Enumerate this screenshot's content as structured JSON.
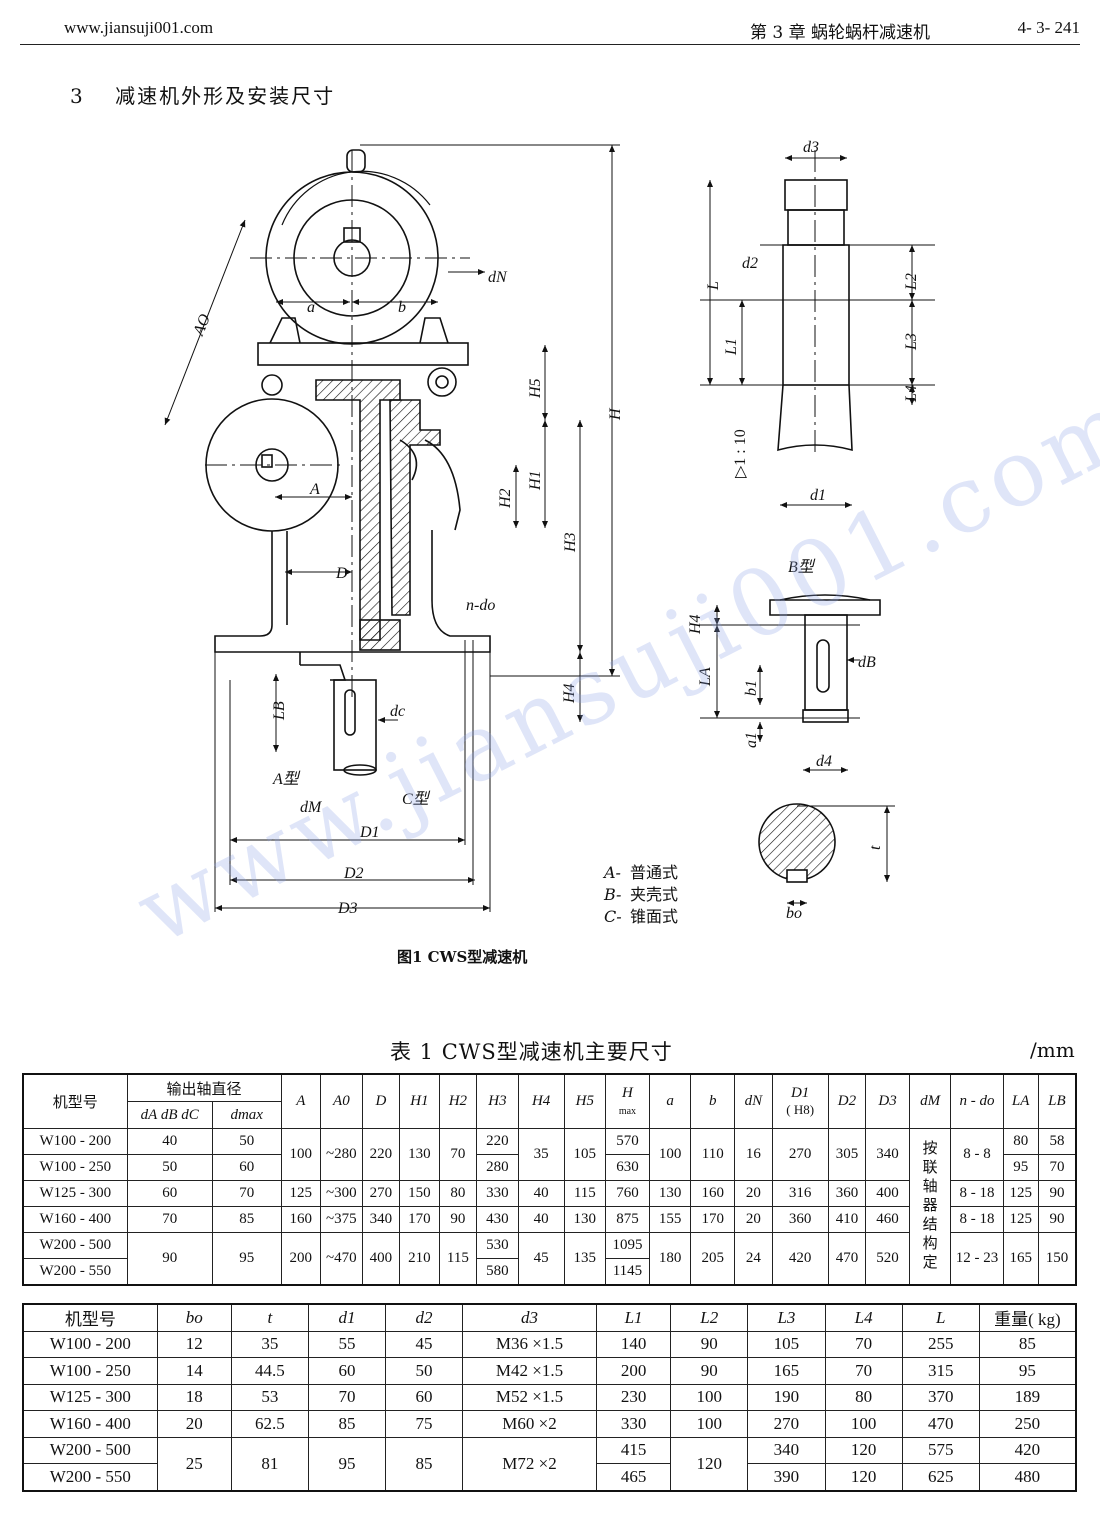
{
  "header": {
    "url": "www.jiansuji001.com",
    "chapter": "第 3 章    蜗轮蜗杆减速机",
    "page": "4- 3- 241"
  },
  "section": {
    "number": "3",
    "title": "减速机外形及安装尺寸"
  },
  "figure": {
    "caption": "图1  CWS型减速机",
    "labels": {
      "AO": "AO",
      "a": "a",
      "b": "b",
      "dN": "dN",
      "A": "A",
      "D": "D",
      "H": "H",
      "H1": "H1",
      "H2": "H2",
      "H3": "H3",
      "H4": "H4",
      "H5": "H5",
      "n_do": "n-do",
      "LB": "LB",
      "dc": "dc",
      "A_type": "A型",
      "C_type": "C型",
      "dM": "dM",
      "D1": "D1",
      "D2": "D2",
      "D3": "D3",
      "d3": "d3",
      "d2": "d2",
      "L": "L",
      "L1": "L1",
      "L2": "L2",
      "L3": "L3",
      "L4": "L4",
      "taper": "▷1 : 10",
      "d1": "d1",
      "B_type": "B型",
      "dB": "dB",
      "LA": "LA",
      "b1": "b1",
      "a1": "a1",
      "d4": "d4",
      "t": "t",
      "bo": "bo"
    },
    "legend": [
      {
        "key": "A-",
        "value": "普通式"
      },
      {
        "key": "B-",
        "value": "夹壳式"
      },
      {
        "key": "C-",
        "value": "锥面式"
      }
    ]
  },
  "watermark": "www.jiansuji001.com",
  "table1": {
    "title": "表 1   CWS型减速机主要尺寸",
    "unit": "/mm",
    "headers": {
      "model": "机型号",
      "output_shaft": "输出轴直径",
      "dA_dB_dC": "dA dB dC",
      "dmax": "dmax",
      "A": "A",
      "A0": "A0",
      "D": "D",
      "H1": "H1",
      "H2": "H2",
      "H3": "H3",
      "H4": "H4",
      "H5": "H5",
      "H": "H",
      "H_sub": "max",
      "a": "a",
      "b": "b",
      "dN": "dN",
      "D1": "D1",
      "D1_sub": "( H8)",
      "D2": "D2",
      "D3": "D3",
      "dM": "dM",
      "n_do": "n - do",
      "LA": "LA",
      "LB": "LB"
    },
    "dM_note": [
      "按",
      "联",
      "轴",
      "器",
      "结",
      "构",
      "定"
    ],
    "rows": [
      {
        "model": "W100 - 200",
        "dA": "40",
        "dmax": "50",
        "A": "100",
        "A0": "~280",
        "D": "220",
        "H1": "130",
        "H2": "70",
        "H3": "220",
        "H4": "35",
        "H5": "105",
        "H": "570",
        "a": "100",
        "b": "110",
        "dN": "16",
        "D1": "270",
        "D2": "305",
        "D3": "340",
        "n_do": "8 - 8",
        "LA": "80",
        "LB": "58"
      },
      {
        "model": "W100 - 250",
        "dA": "50",
        "dmax": "60",
        "H3": "280",
        "H": "630",
        "LA": "95",
        "LB": "70"
      },
      {
        "model": "W125 - 300",
        "dA": "60",
        "dmax": "70",
        "A": "125",
        "A0": "~300",
        "D": "270",
        "H1": "150",
        "H2": "80",
        "H3": "330",
        "H4": "40",
        "H5": "115",
        "H": "760",
        "a": "130",
        "b": "160",
        "dN": "20",
        "D1": "316",
        "D2": "360",
        "D3": "400",
        "n_do": "8 - 18",
        "LA": "125",
        "LB": "90"
      },
      {
        "model": "W160 - 400",
        "dA": "70",
        "dmax": "85",
        "A": "160",
        "A0": "~375",
        "D": "340",
        "H1": "170",
        "H2": "90",
        "H3": "430",
        "H4": "40",
        "H5": "130",
        "H": "875",
        "a": "155",
        "b": "170",
        "dN": "20",
        "D1": "360",
        "D2": "410",
        "D3": "460",
        "n_do": "8 - 18",
        "LA": "125",
        "LB": "90"
      },
      {
        "model": "W200 - 500",
        "dA": "90",
        "dmax": "95",
        "A": "200",
        "A0": "~470",
        "D": "400",
        "H1": "210",
        "H2": "115",
        "H3": "530",
        "H4": "45",
        "H5": "135",
        "H": "1095",
        "a": "180",
        "b": "205",
        "dN": "24",
        "D1": "420",
        "D2": "470",
        "D3": "520",
        "n_do": "12 - 23",
        "LA": "165",
        "LB": "150"
      },
      {
        "model": "W200 - 550",
        "H3": "580",
        "H": "1145"
      }
    ]
  },
  "table2": {
    "headers": [
      "机型号",
      "bo",
      "t",
      "d1",
      "d2",
      "d3",
      "L1",
      "L2",
      "L3",
      "L4",
      "L",
      "重量( kg)"
    ],
    "rows": [
      [
        "W100 - 200",
        "12",
        "35",
        "55",
        "45",
        "M36 ×1.5",
        "140",
        "90",
        "105",
        "70",
        "255",
        "85"
      ],
      [
        "W100 - 250",
        "14",
        "44.5",
        "60",
        "50",
        "M42 ×1.5",
        "200",
        "90",
        "165",
        "70",
        "315",
        "95"
      ],
      [
        "W125 - 300",
        "18",
        "53",
        "70",
        "60",
        "M52 ×1.5",
        "230",
        "100",
        "190",
        "80",
        "370",
        "189"
      ],
      [
        "W160 - 400",
        "20",
        "62.5",
        "85",
        "75",
        "M60 ×2",
        "330",
        "100",
        "270",
        "100",
        "470",
        "250"
      ],
      [
        "W200 - 500",
        "25",
        "81",
        "95",
        "85",
        "M72 ×2",
        "415",
        "120",
        "340",
        "120",
        "575",
        "420"
      ],
      [
        "W200 - 550",
        "",
        "",
        "",
        "",
        "",
        "465",
        "",
        "390",
        "120",
        "625",
        "480"
      ]
    ]
  }
}
